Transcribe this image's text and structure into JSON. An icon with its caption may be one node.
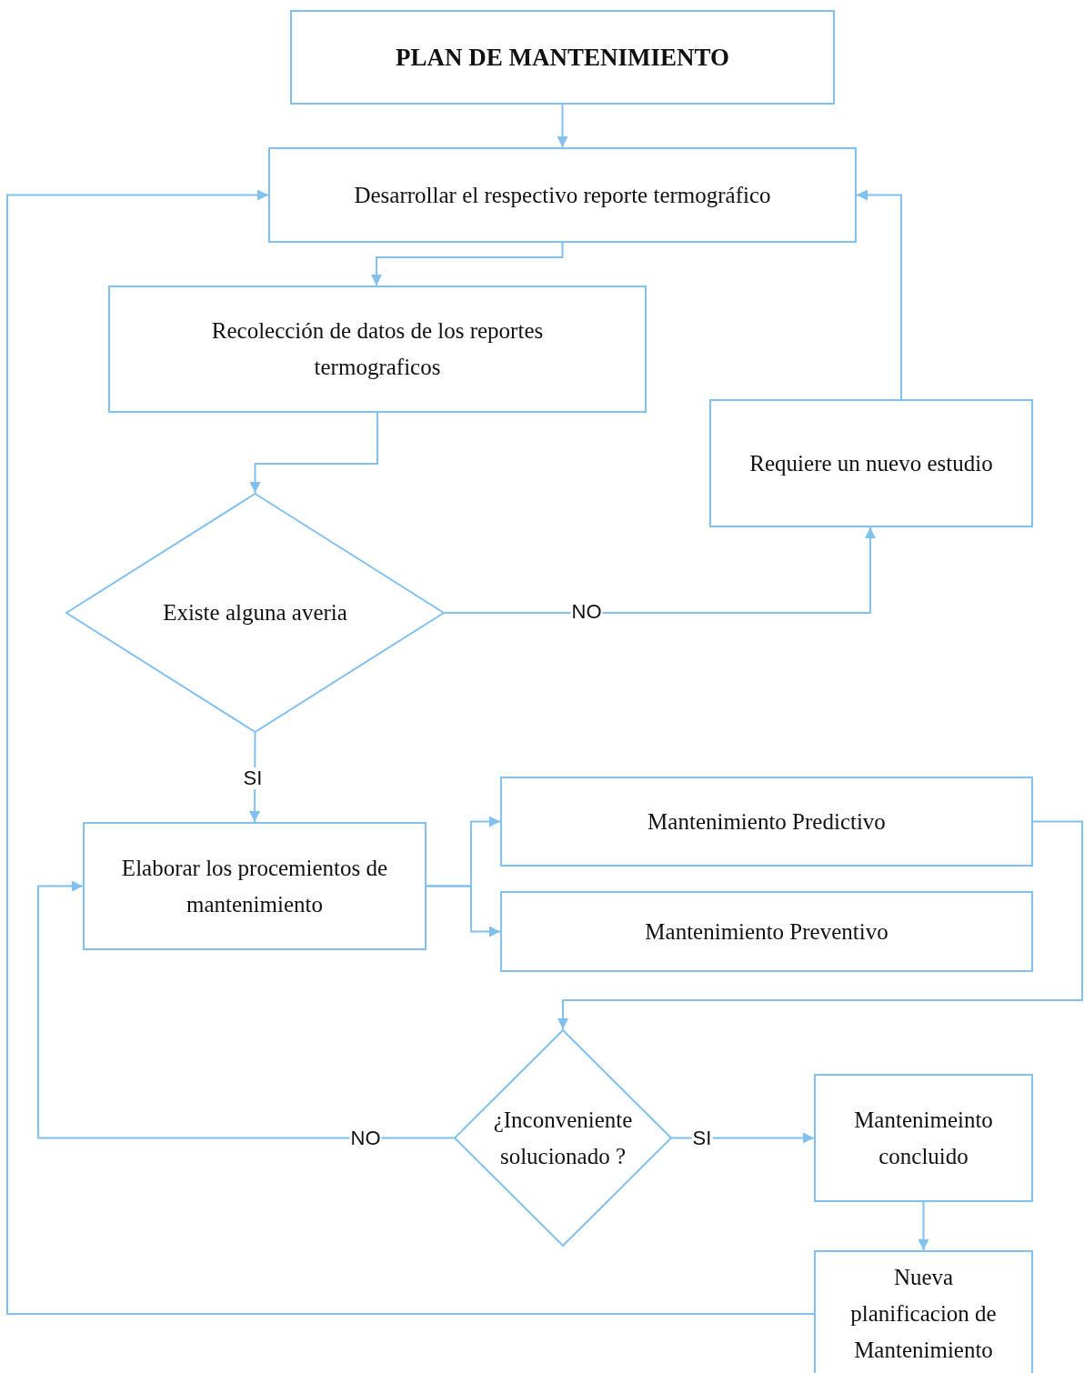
{
  "diagram": {
    "nodes": [
      {
        "text": [
          "PLAN DE MANTENIMIENTO"
        ]
      },
      {
        "text": [
          "Desarrollar el respectivo reporte termográfico"
        ]
      },
      {
        "text": [
          "Recolección de datos de los reportes termograficos"
        ]
      },
      {
        "text": [
          "Requiere un nuevo estudio"
        ]
      },
      {
        "text": [
          "Existe alguna averia"
        ]
      },
      {
        "text": [
          "Elaborar los procemientos de mantenimiento"
        ]
      },
      {
        "text": [
          "Mantenimiento Predictivo"
        ]
      },
      {
        "text": [
          "Mantenimiento Preventivo"
        ]
      },
      {
        "text": [
          "¿Inconveniente solucionado ?"
        ]
      },
      {
        "text": [
          "Mantenimeinto concluido"
        ]
      },
      {
        "text": [
          "Nueva planificacion de Mantenimiento"
        ]
      }
    ],
    "edges": [
      {
        "from": 0,
        "to": 1,
        "arrow": "to"
      },
      {
        "from": 1,
        "to": 2,
        "arrow": "to"
      },
      {
        "from": 2,
        "to": 4,
        "arrow": "to"
      },
      {
        "from": 4,
        "to": 3,
        "label": "NO",
        "arrow": "to"
      },
      {
        "from": 3,
        "to": 1,
        "arrow": "to"
      },
      {
        "from": 4,
        "to": 5,
        "label": "SI",
        "arrow": "to"
      },
      {
        "from": 5,
        "to": 6,
        "arrow": "to"
      },
      {
        "from": 5,
        "to": 7,
        "arrow": "to"
      },
      {
        "from": 6,
        "to": 8,
        "arrow": "to"
      },
      {
        "from": 8,
        "to": 5,
        "label": "NO",
        "arrow": "to"
      },
      {
        "from": 8,
        "to": 9,
        "label": "SI",
        "arrow": "to"
      },
      {
        "from": 9,
        "to": 10,
        "arrow": "to"
      },
      {
        "from": 10,
        "to": 1,
        "arrow": "to"
      }
    ]
  }
}
